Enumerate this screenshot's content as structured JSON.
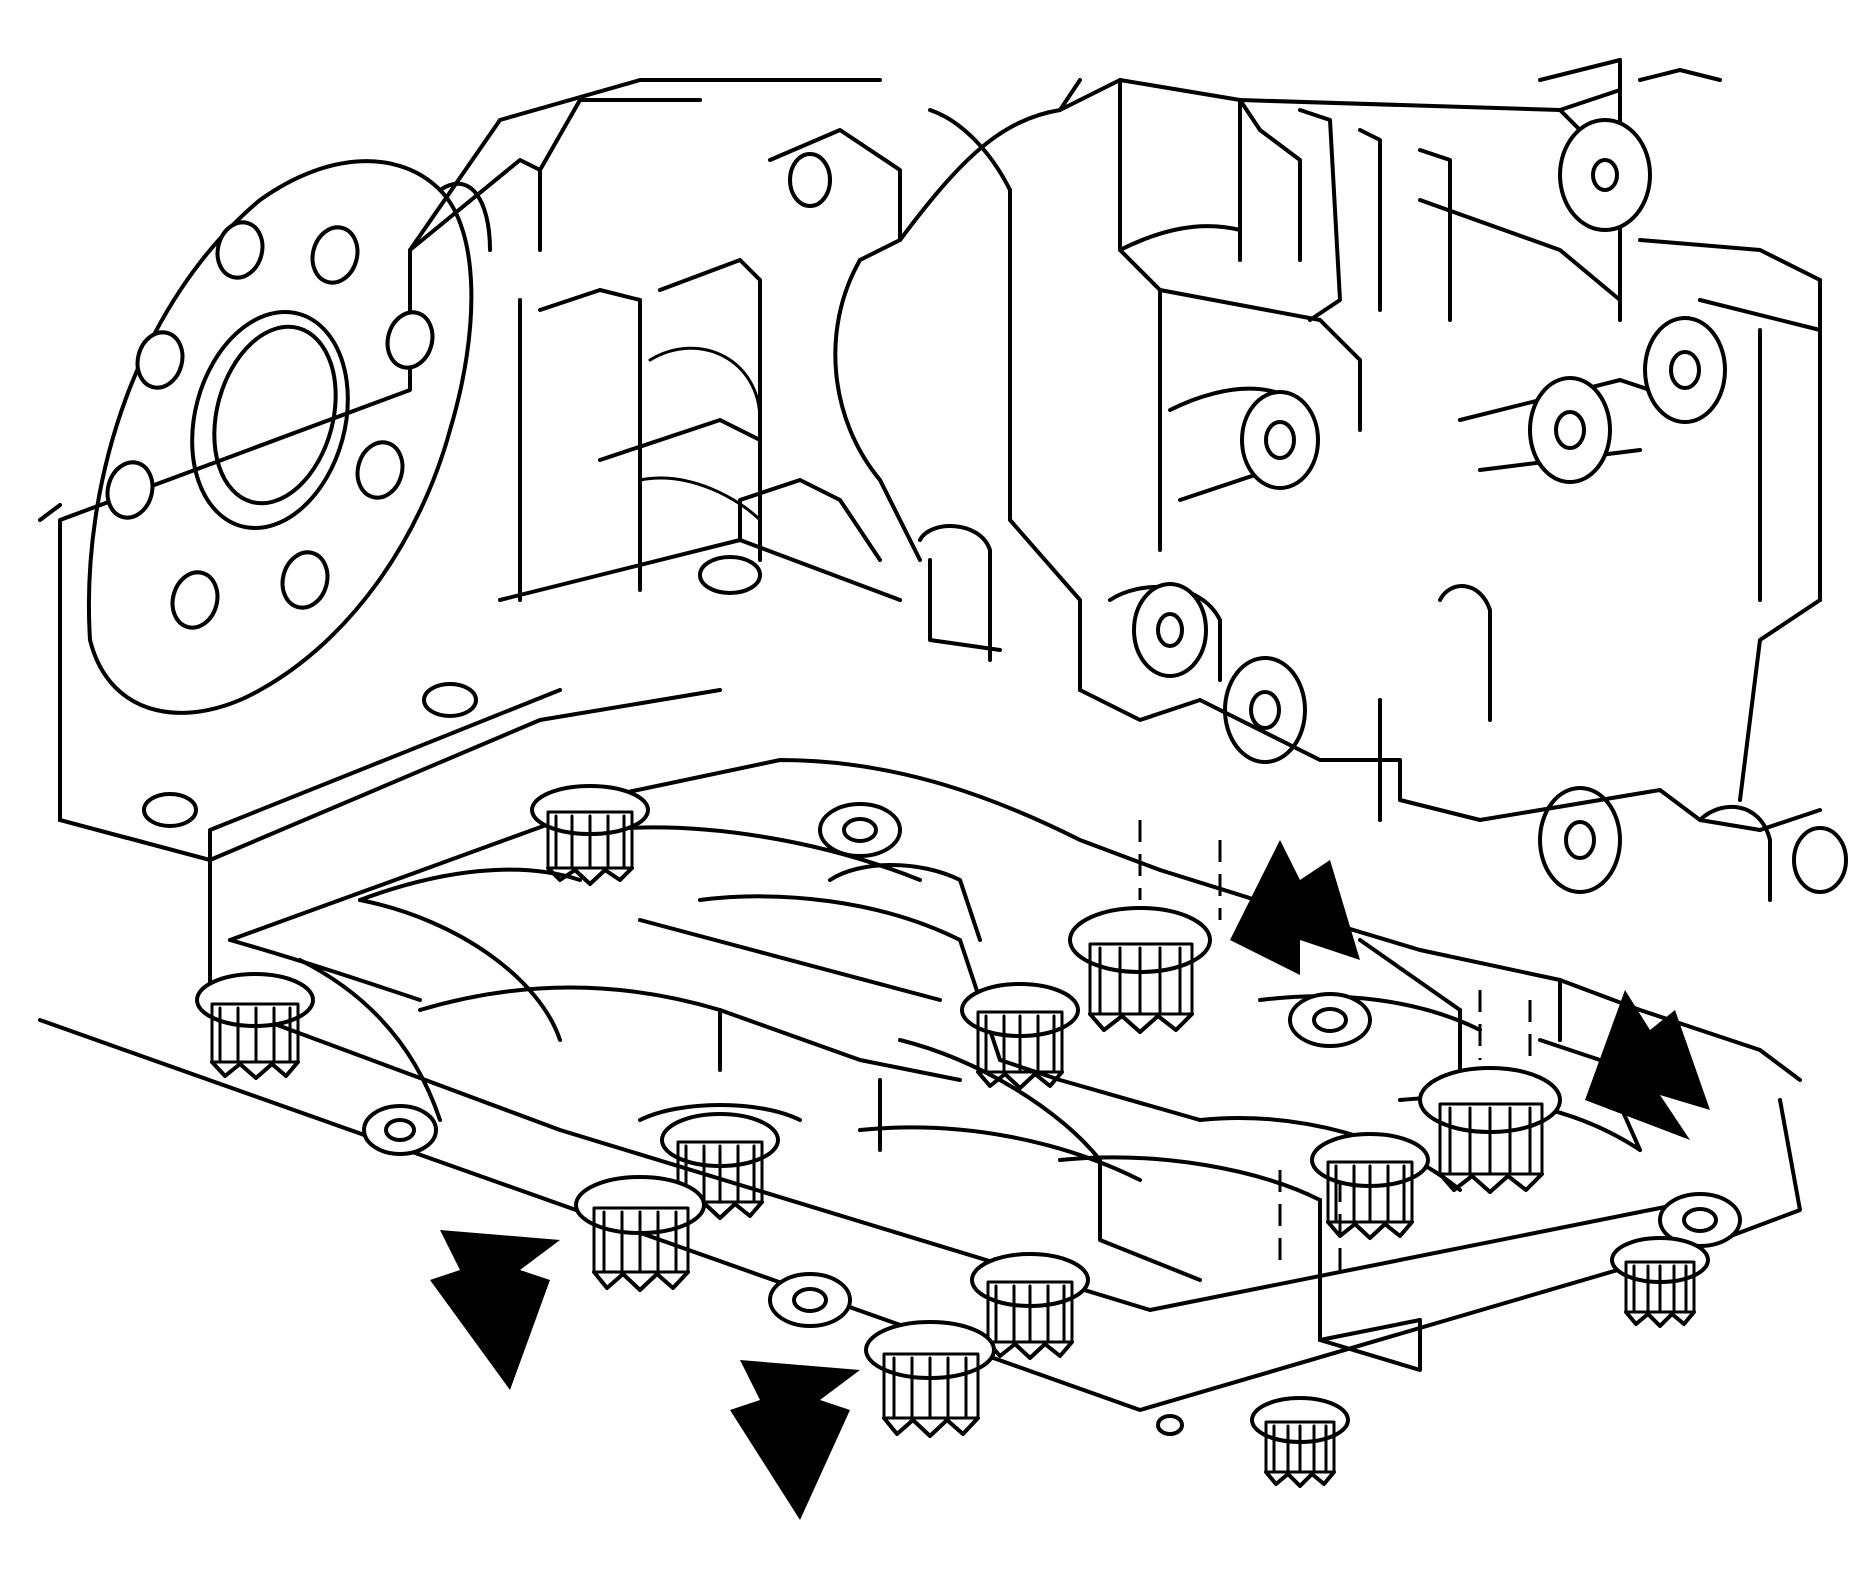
{
  "diagram": {
    "colors": {
      "stroke": "#000000",
      "background": "#ffffff"
    },
    "parts": [
      {
        "name": "engine-block"
      },
      {
        "name": "crankshaft-flange"
      },
      {
        "name": "main-bearing-cap-bridge"
      },
      {
        "name": "bearing-bolt"
      }
    ],
    "arrows": [
      {
        "direction": "up"
      },
      {
        "direction": "up"
      },
      {
        "direction": "down"
      },
      {
        "direction": "down"
      }
    ]
  }
}
